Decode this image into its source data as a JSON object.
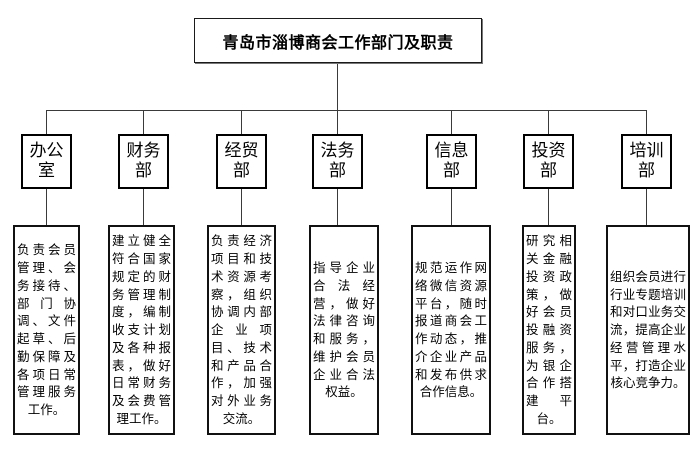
{
  "chart": {
    "type": "org-chart",
    "title": "青岛市淄博商会工作部门及职责",
    "departments": [
      {
        "name": "办公室",
        "duty": "负责会员管理、会务接待、部门协调、文件起草、后勤保障及各项日常管理服务工作。"
      },
      {
        "name": "财务部",
        "duty": "建立健全符合国家规定的财务管理制度，编制收支计划及各种报表，做好日常财务及会费管理工作。"
      },
      {
        "name": "经贸部",
        "duty": "负责经济项目和技术资源考察，组织协调内部企业项目、技术和产品合作，加强对外业务交流。"
      },
      {
        "name": "法务部",
        "duty": "指导企业合法经营，做好法律咨询和服务，维护会员企业合法权益。"
      },
      {
        "name": "信息部",
        "duty": "规范运作网络微信资源平台，随时报道商会工作动态，推介企业产品和发布供求合作信息。"
      },
      {
        "name": "投资部",
        "duty": "研究相关金融投资政策，做好会员投融资服务，为银企合作搭建平台。"
      },
      {
        "name": "培训部",
        "duty": "组织会员进行行业专题培训和对口业务交流，提高企业经营管理水平，打造企业核心竞争力。"
      }
    ],
    "colors": {
      "background": "#ffffff",
      "box_border": "#000000",
      "connector": "#3a3a3a",
      "text": "#000000"
    }
  }
}
